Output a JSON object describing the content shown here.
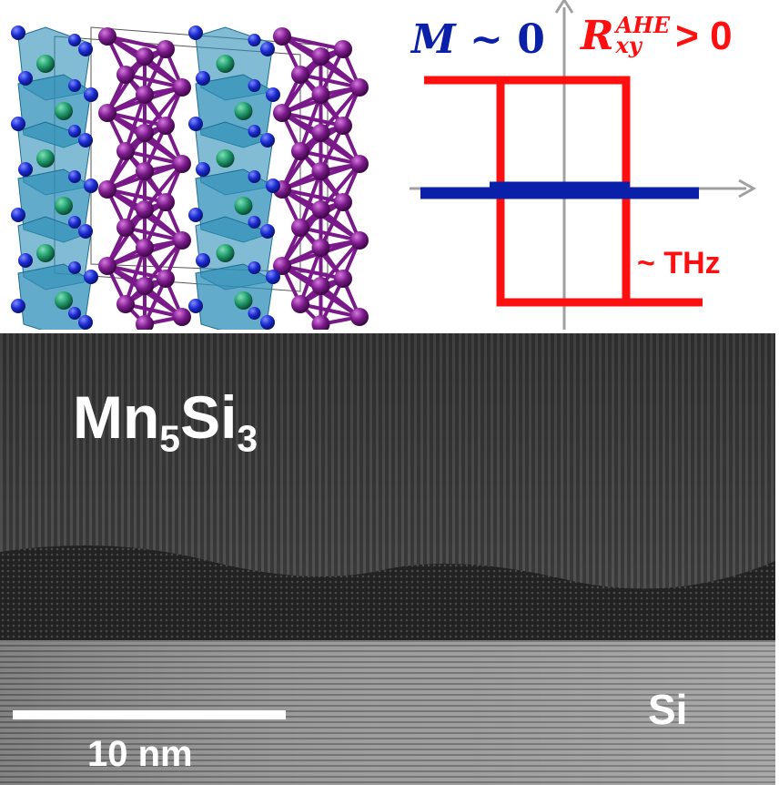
{
  "panels": {
    "crystal": {},
    "hysteresis": {
      "magnetization_label": {
        "symbol": "M",
        "relation": "~ 0"
      },
      "resistance_label": {
        "symbol": "R",
        "superscript": "AHE",
        "subscript": "xy",
        "relation": "> 0"
      },
      "frequency_label": "~ THz"
    },
    "tem": {
      "film_label": {
        "base": "Mn",
        "sub1": "5",
        "mid": "Si",
        "sub2": "3"
      },
      "substrate_label": "Si",
      "scale_bar_label": "10 nm"
    }
  },
  "colors": {
    "magnetization": "#0b20a8",
    "resistance": "#ff1010",
    "axis": "#a0a0a0",
    "polyhedra": "#2f8fb8",
    "atom_blue": "#1a2ad0",
    "atom_purple": "#7a1a8a",
    "atom_green": "#1f9a6a"
  }
}
